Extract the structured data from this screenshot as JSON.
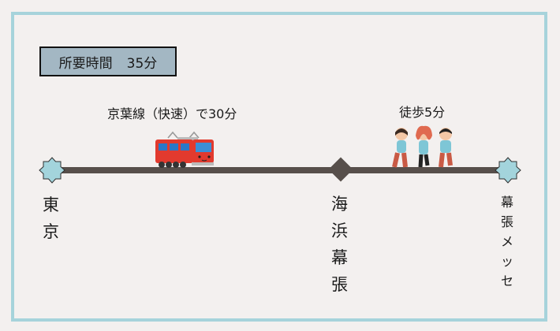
{
  "summary": {
    "label": "所要時間",
    "total": "35分"
  },
  "segments": [
    {
      "label": "京葉線（快速）で30分",
      "mode": "train-icon"
    },
    {
      "label": "徒歩5分",
      "mode": "walking-people-icon"
    }
  ],
  "stations": [
    {
      "name": "東京",
      "chars": [
        "東",
        "京"
      ],
      "marker": "star"
    },
    {
      "name": "海浜幕張",
      "chars": [
        "海",
        "浜",
        "幕",
        "張"
      ],
      "marker": "diamond"
    },
    {
      "name": "幕張メッセ",
      "chars": [
        "幕",
        "張",
        "メ",
        "ッ",
        "セ"
      ],
      "marker": "star"
    }
  ],
  "colors": {
    "background": "#f3f0ef",
    "frame": "#a6d3db",
    "summary_box": "#a3b7c3",
    "route_line": "#574f4b",
    "station_star": "#a3d4dc",
    "train": "#e23a2e"
  }
}
